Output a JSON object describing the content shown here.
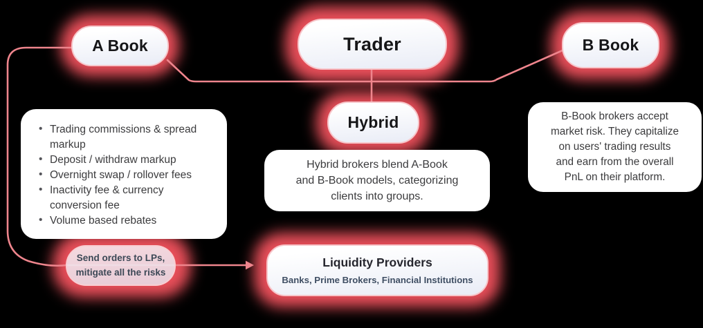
{
  "nodes": {
    "a_book": {
      "label": "A Book"
    },
    "trader": {
      "label": "Trader"
    },
    "b_book": {
      "label": "B Book"
    },
    "hybrid": {
      "label": "Hybrid"
    },
    "send_orders": {
      "label": "Send orders to LPs,\nmitigate all the risks"
    },
    "liquidity_providers": {
      "title": "Liquidity Providers",
      "subtitle": "Banks, Prime Brokers, Financial Institutions"
    }
  },
  "cards": {
    "a_book_fees": {
      "items": [
        "Trading commissions & spread markup",
        "Deposit / withdraw markup",
        "Overnight swap / rollover fees",
        "Inactivity fee & currency conversion fee",
        "Volume based rebates"
      ]
    },
    "hybrid_description": {
      "text": "Hybrid brokers blend A-Book\nand B-Book models, categorizing\nclients into groups."
    },
    "b_book_description": {
      "text": "B-Book brokers accept\nmarket risk. They capitalize\non users' trading results\nand earn from the overall\nPnL on their platform."
    }
  },
  "colors": {
    "connector": "#ef858d",
    "glow": "#e84e59",
    "pill_border": "#f7c6ca",
    "text_dark": "#161618",
    "text_body": "#3b3b3d",
    "text_slate": "#3f4e63"
  }
}
